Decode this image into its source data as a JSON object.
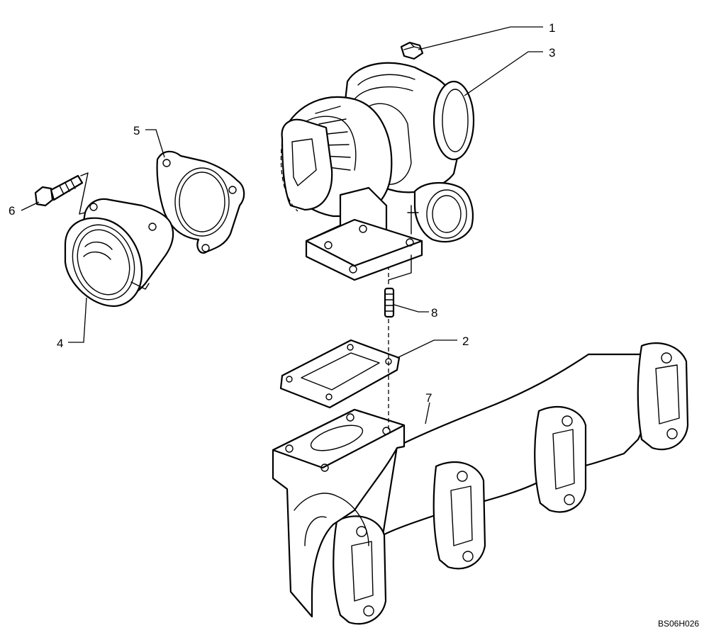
{
  "diagram": {
    "figure_code": "BS06H026",
    "callouts": [
      {
        "id": "1",
        "label": "1",
        "part": "nut"
      },
      {
        "id": "2",
        "label": "2",
        "part": "gasket"
      },
      {
        "id": "3",
        "label": "3",
        "part": "turbocharger"
      },
      {
        "id": "4",
        "label": "4",
        "part": "elbow"
      },
      {
        "id": "5",
        "label": "5",
        "part": "gasket-elbow"
      },
      {
        "id": "6",
        "label": "6",
        "part": "bolt"
      },
      {
        "id": "7",
        "label": "7",
        "part": "exhaust-manifold"
      },
      {
        "id": "8",
        "label": "8",
        "part": "stud"
      }
    ]
  }
}
